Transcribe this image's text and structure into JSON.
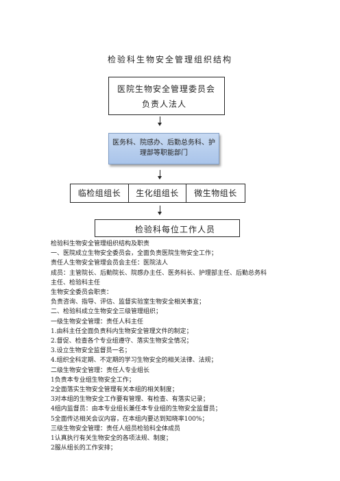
{
  "title": "检验科生物安全管理组织结构",
  "chart": {
    "top_box": {
      "line1": "医院生物安全管理委员会",
      "line2": "负责人法人"
    },
    "dept_box": {
      "line1": "医务科、院感办、后勤总务科、护",
      "line2": "理部等职能部门"
    },
    "leaders": [
      "临检组组长",
      "生化组组长",
      "微生物组长"
    ],
    "bottom_box": "检验科每位工作人员"
  },
  "body_lines": [
    "检验科生物安全管理组织结构及职责",
    "一、医院成立生物安全委员会，全面负责医院生物安全工作；",
    "责任人生物安全管理会员会主任：医院法人",
    "成员：主管院长、后勤院长、院感办主任、医务科长、护理部主任、后勤总务科",
    "主任、检验科主任",
    "生物安全委员会职责：",
    "负责咨询、指导、评估、监督实验室生物安全相关事宜；",
    "二、检验科成立生物安全三级管理组织；",
    "一级生物安全管理：责任人科主任",
    "1.由科主任全面负责科内生物安全管理文件的制定；",
    "2.督促、检查各个专业组遵守、落实生物安全情况；",
    "3.设立生物安全监督员一名；",
    "4.组织全科定期、不定期的学习生物安全的相关法律、法规；",
    "二级生物安全管理：责任人专业组长",
    "1负责本专业组生物安全工作；",
    "2全面落实生物安全管理有关本组的相关制度；",
    "3对本组的生物安全工作要有管理、有检查、有落实记录；",
    "4组内监督员：由本专业组长兼任本专业组的生物安全监督员；",
    "5全面传达相关会议内容，在本组内要达到知晓率100%；",
    "三级生物安全管理：责任人组员检验科全体成员",
    "1认真执行有关生物安全的各项法规、制度；",
    "2服从组长的工作安排；"
  ]
}
